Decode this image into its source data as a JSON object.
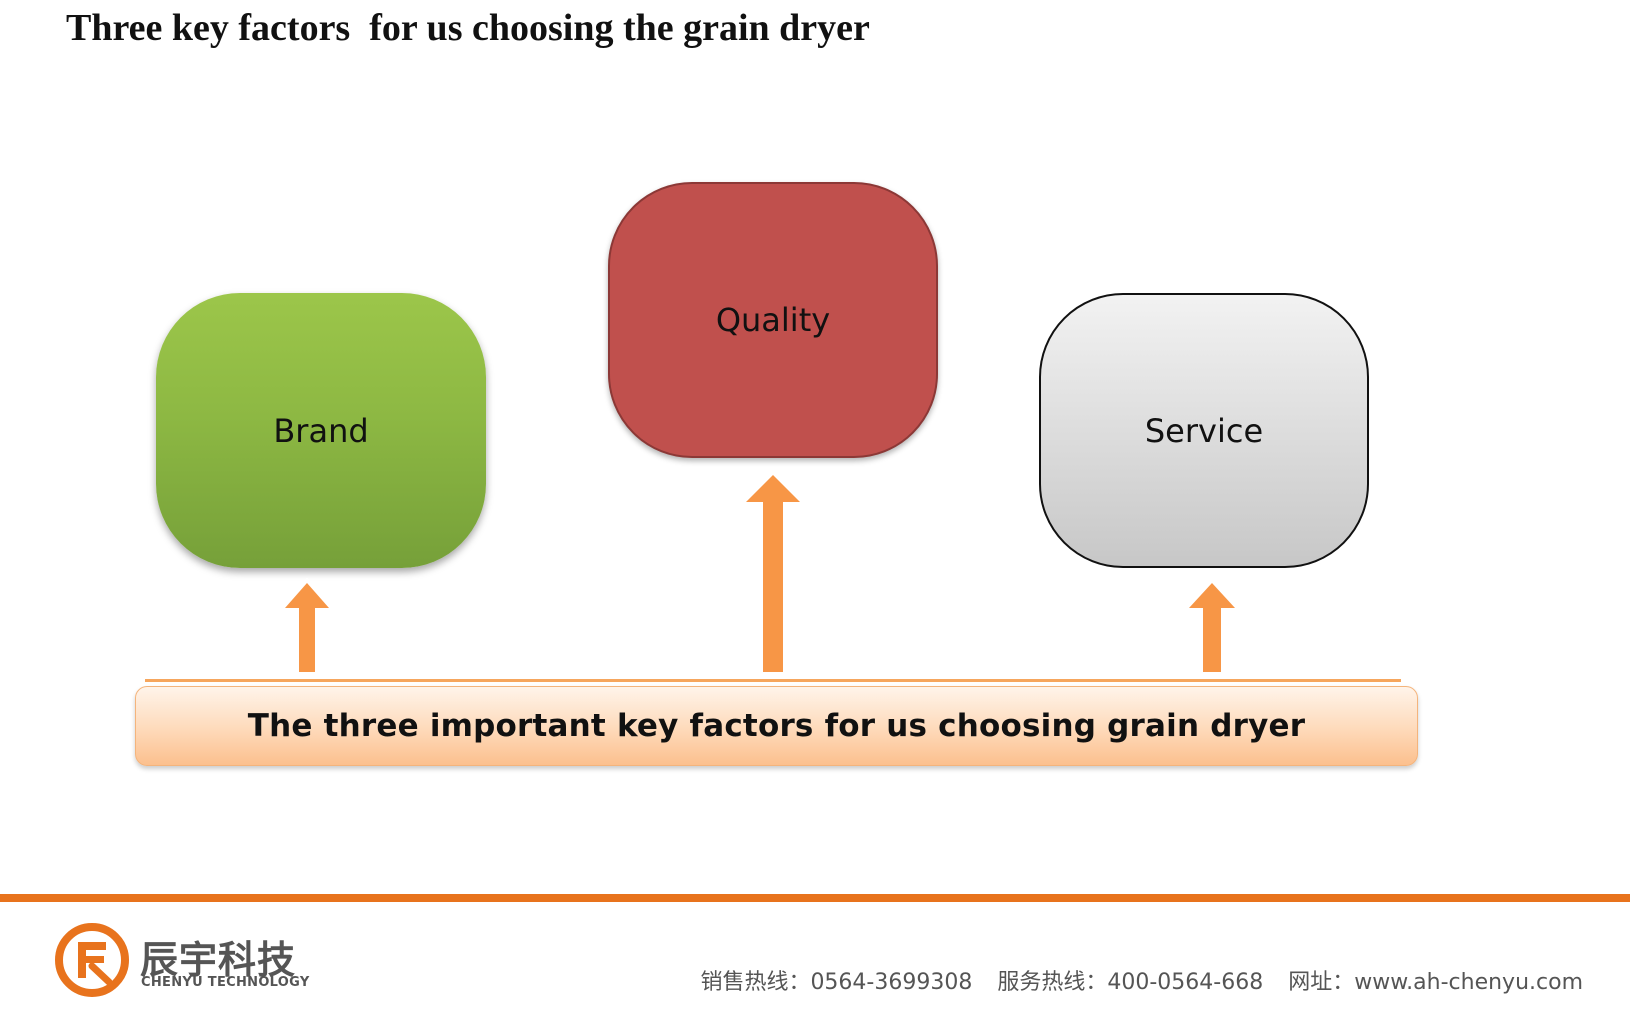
{
  "title": "Three key factors  for us choosing the grain dryer",
  "factors": [
    {
      "label": "Brand",
      "color": "#8db843"
    },
    {
      "label": "Quality",
      "color": "#c0504d"
    },
    {
      "label": "Service",
      "color": "#d9d9d9"
    }
  ],
  "base": {
    "label": "The three important key factors for us choosing grain dryer",
    "color": "#fcc08e"
  },
  "arrow_color": "#f79646",
  "footer": {
    "accent_color": "#e8731d",
    "logo": {
      "cn_name": "辰宇科技",
      "en_name": "CHENYU TECHNOLOGY"
    },
    "contact": {
      "sales": "销售热线：0564-3699308",
      "service": "服务热线：400-0564-668",
      "website": "网址：www.ah-chenyu.com"
    }
  }
}
